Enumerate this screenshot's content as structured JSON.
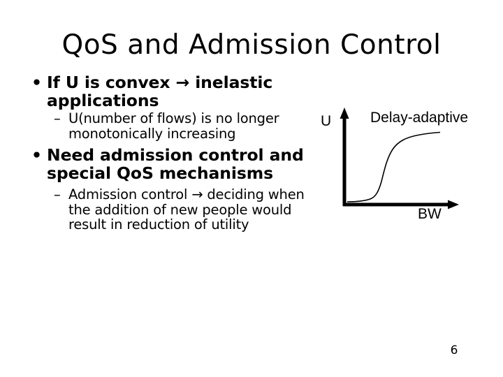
{
  "slide": {
    "title": "QoS and Admission Control",
    "page_number": "6",
    "background_color": "#ffffff",
    "text_color": "#000000"
  },
  "body": {
    "bullets": [
      {
        "level": 1,
        "marker": "•",
        "text": "If U is convex → inelastic applications"
      },
      {
        "level": 2,
        "marker": "–",
        "text": "U(number of flows) is no longer monotonically increasing"
      },
      {
        "level": 1,
        "marker": "•",
        "text": "Need admission control and special QoS mechanisms"
      },
      {
        "level": 2,
        "marker": "–",
        "text": "Admission control → deciding when the addition of new people would result in reduction of utility"
      }
    ]
  },
  "diagram": {
    "name": "utility-vs-bandwidth-chart",
    "y_axis_label": "U",
    "x_axis_label": "BW",
    "curve_label": "Delay-adaptive",
    "curve_color": "#000000",
    "axis_color": "#000000"
  },
  "chart_data": {
    "type": "line",
    "title": "Delay-adaptive",
    "xlabel": "BW",
    "ylabel": "U",
    "grid": false,
    "legend": "none",
    "xlim": [
      0,
      1
    ],
    "ylim": [
      0,
      1
    ],
    "series": [
      {
        "name": "Delay-adaptive",
        "description": "Sigmoid (S-shaped) utility curve: flat near zero at low bandwidth, steep rise at the knee, saturating at high bandwidth",
        "x": [
          0.0,
          0.06,
          0.12,
          0.18,
          0.24,
          0.28,
          0.32,
          0.36,
          0.4,
          0.46,
          0.52,
          0.6,
          0.7,
          0.8,
          0.9,
          1.0
        ],
        "y": [
          0.03,
          0.03,
          0.04,
          0.05,
          0.08,
          0.15,
          0.3,
          0.48,
          0.62,
          0.74,
          0.82,
          0.88,
          0.91,
          0.93,
          0.94,
          0.94
        ]
      }
    ]
  }
}
